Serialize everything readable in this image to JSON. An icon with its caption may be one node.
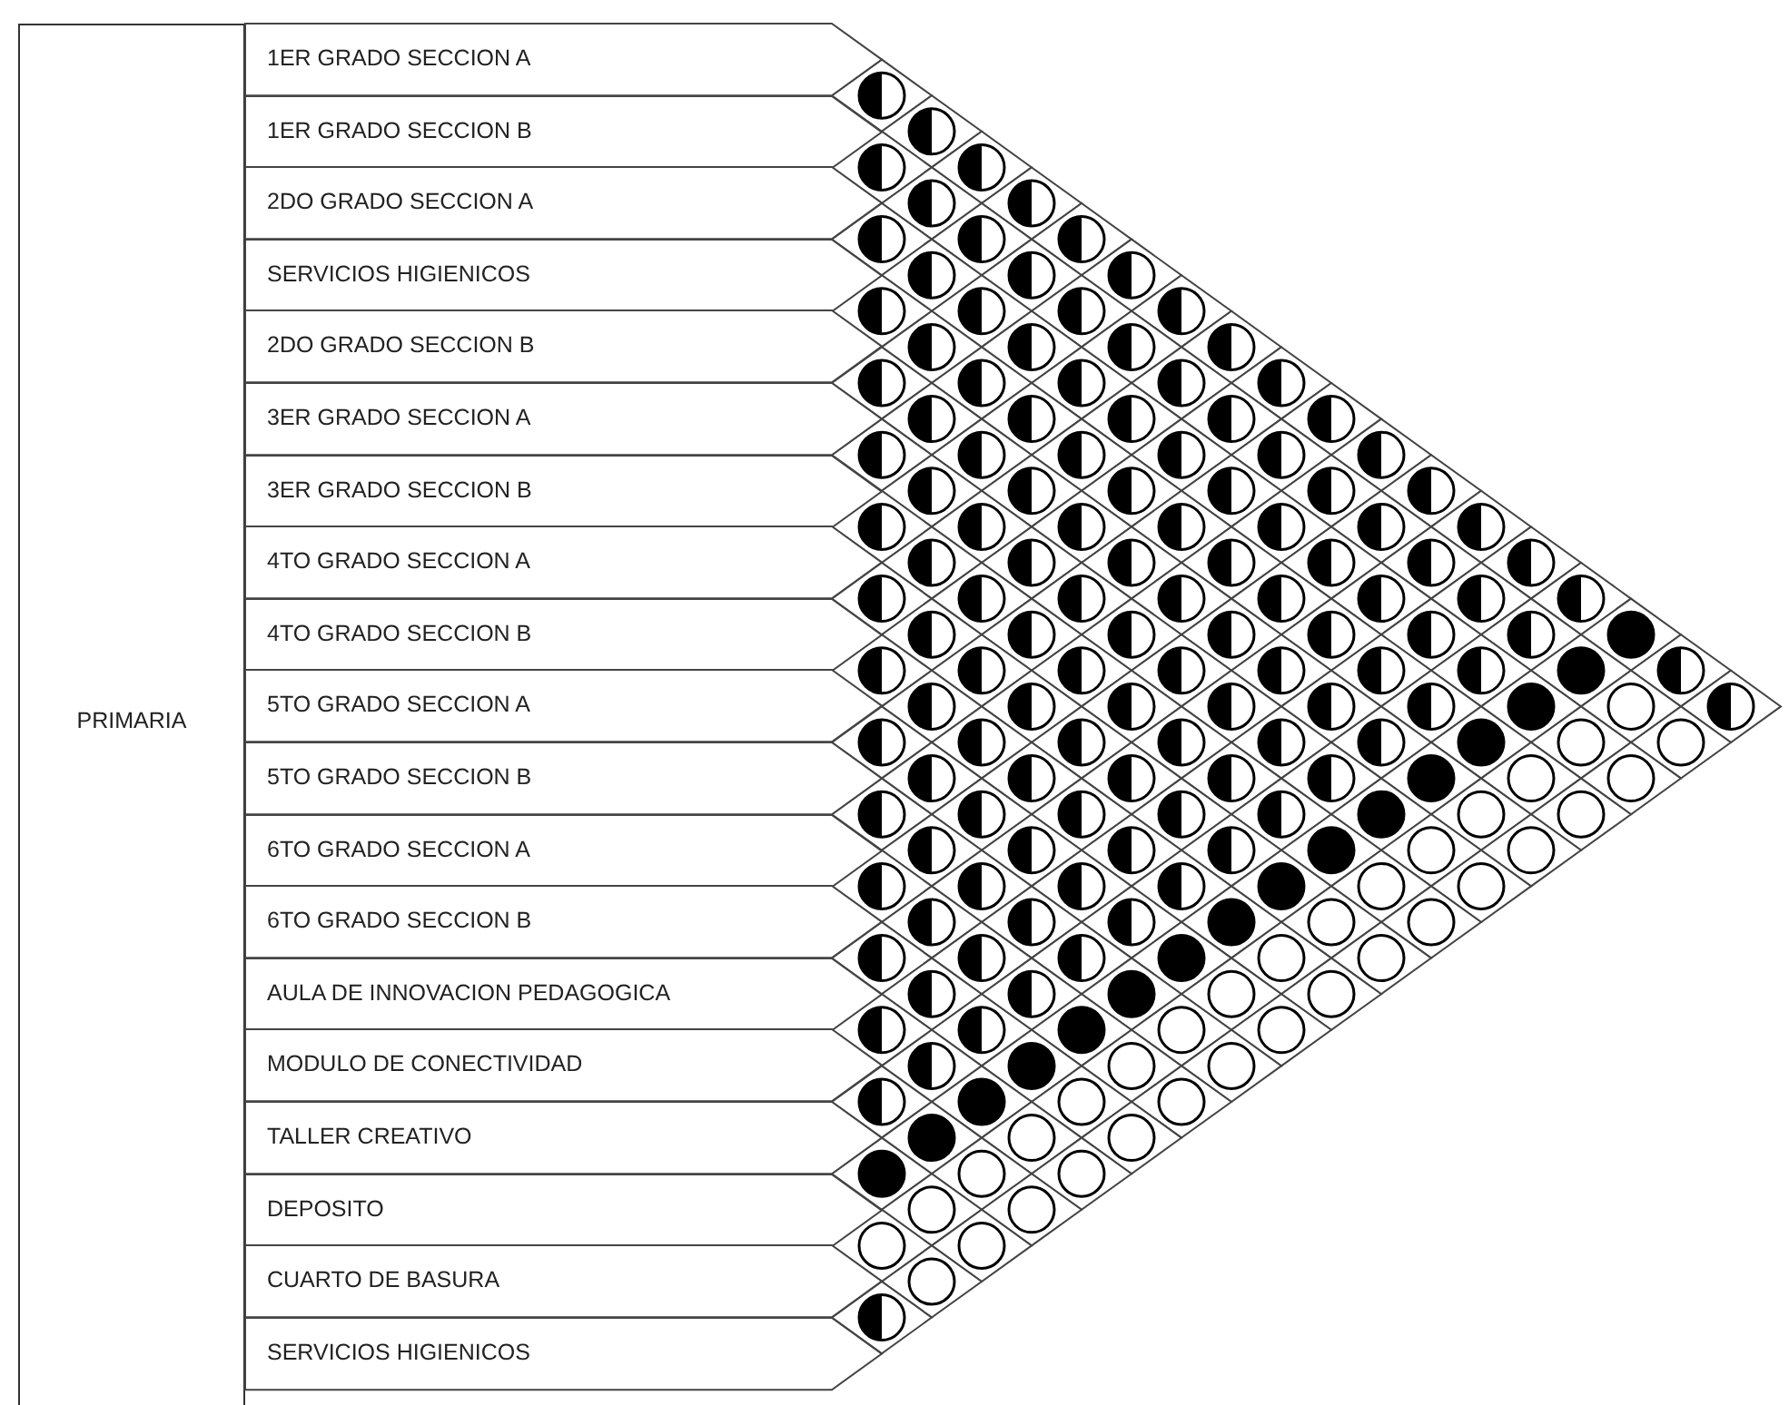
{
  "diagram": {
    "nodes": [
      {
        "text": [
          "PRIMARIA"
        ]
      },
      {
        "text": [
          "1ER GRADO SECCION A"
        ]
      },
      {
        "text": [
          "1ER GRADO SECCION B"
        ]
      },
      {
        "text": [
          "2DO GRADO SECCION A"
        ]
      },
      {
        "text": [
          "SERVICIOS HIGIENICOS"
        ]
      },
      {
        "text": [
          "2DO GRADO SECCION B"
        ]
      },
      {
        "text": [
          "3ER GRADO SECCION A"
        ]
      },
      {
        "text": [
          "3ER GRADO SECCION B"
        ]
      },
      {
        "text": [
          "4TO GRADO SECCION A"
        ]
      },
      {
        "text": [
          "4TO GRADO SECCION B"
        ]
      },
      {
        "text": [
          "5TO GRADO SECCION A"
        ]
      },
      {
        "text": [
          "5TO GRADO SECCION B"
        ]
      },
      {
        "text": [
          "6TO GRADO SECCION A"
        ]
      },
      {
        "text": [
          "6TO GRADO SECCION B"
        ]
      },
      {
        "text": [
          "AULA DE INNOVACION PEDAGOGICA"
        ]
      },
      {
        "text": [
          "MODULO DE CONECTIVIDAD"
        ]
      },
      {
        "text": [
          "TALLER CREATIVO"
        ]
      },
      {
        "text": [
          "DEPOSITO"
        ]
      },
      {
        "text": [
          "CUARTO DE BASURA"
        ]
      },
      {
        "text": [
          "SERVICIOS HIGIENICOS"
        ]
      }
    ]
  }
}
